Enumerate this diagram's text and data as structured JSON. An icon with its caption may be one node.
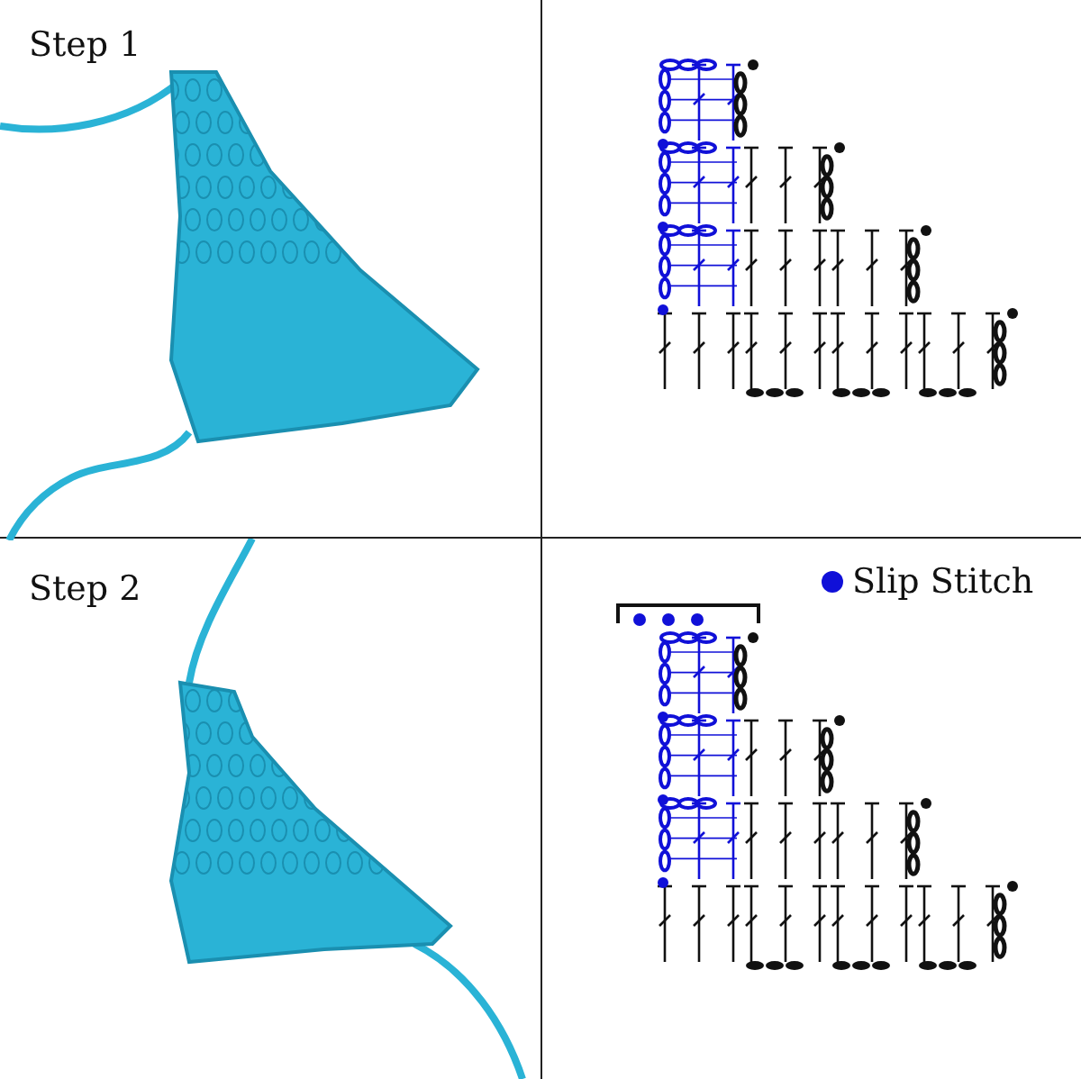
{
  "diagram": {
    "labels": [
      "Step 1",
      "Step 2"
    ],
    "legend": [
      {
        "text": "Slip Stitch",
        "color": "#1010d8"
      }
    ]
  }
}
